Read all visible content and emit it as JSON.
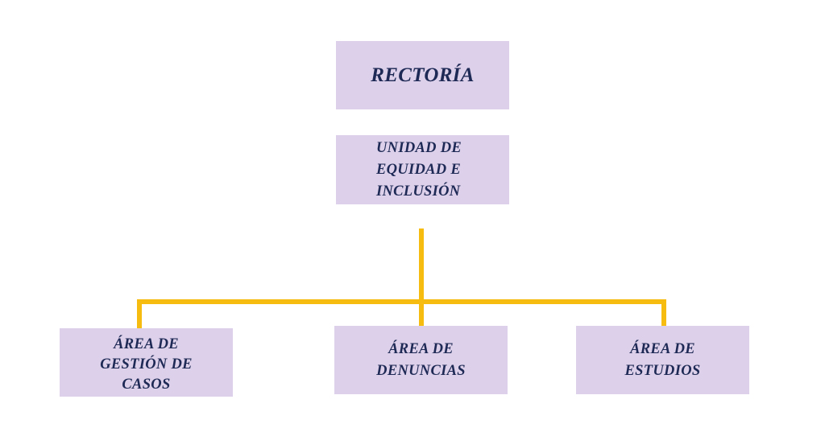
{
  "nodes": {
    "rectoria": "RECTORÍA",
    "unidad": [
      "UNIDAD DE",
      "EQUIDAD E",
      "INCLUSIÓN"
    ],
    "gestion": [
      "ÁREA DE",
      "GESTIÓN DE",
      "CASOS"
    ],
    "denuncias": [
      "ÁREA DE",
      "DENUNCIAS"
    ],
    "estudios": [
      "ÁREA DE",
      "ESTUDIOS"
    ]
  },
  "colors": {
    "box_fill": "#ddd0ea",
    "text": "#1e2a55",
    "connector": "#f6bd10"
  }
}
